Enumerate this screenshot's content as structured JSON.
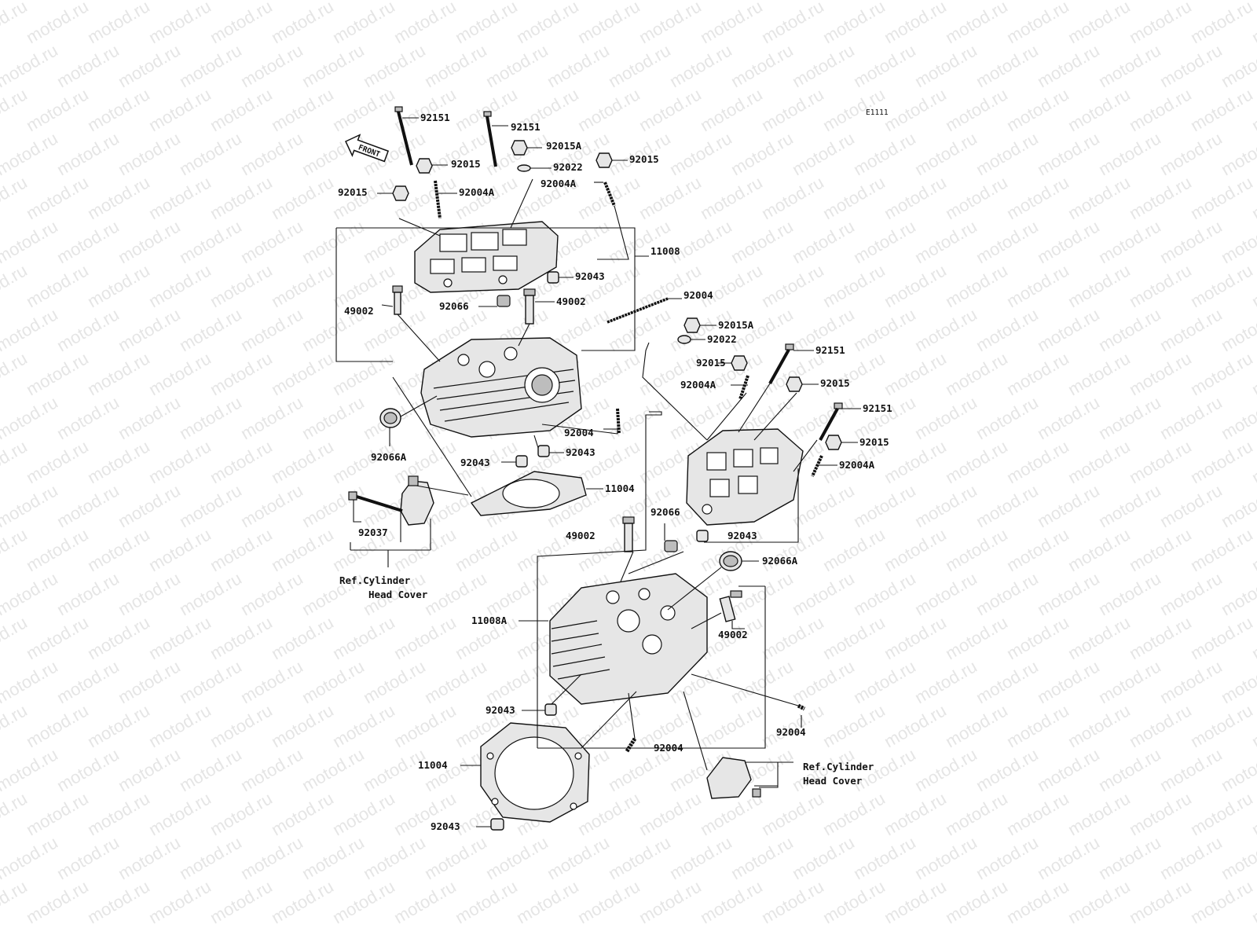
{
  "watermark": "motod.ru",
  "diagram_code": "E1111",
  "front_label": "FRONT",
  "callouts": [
    {
      "id": "c1",
      "text": "92151"
    },
    {
      "id": "c2",
      "text": "92151"
    },
    {
      "id": "c3",
      "text": "92015A"
    },
    {
      "id": "c4",
      "text": "92015"
    },
    {
      "id": "c5",
      "text": "92022"
    },
    {
      "id": "c6",
      "text": "92015"
    },
    {
      "id": "c7",
      "text": "92015"
    },
    {
      "id": "c8",
      "text": "92004A"
    },
    {
      "id": "c9",
      "text": "92004A"
    },
    {
      "id": "c10",
      "text": "11008"
    },
    {
      "id": "c11",
      "text": "92043"
    },
    {
      "id": "c12",
      "text": "92004"
    },
    {
      "id": "c13",
      "text": "49002"
    },
    {
      "id": "c14",
      "text": "92066"
    },
    {
      "id": "c15",
      "text": "49002"
    },
    {
      "id": "c16",
      "text": "92015A"
    },
    {
      "id": "c17",
      "text": "92022"
    },
    {
      "id": "c18",
      "text": "92151"
    },
    {
      "id": "c19",
      "text": "92015"
    },
    {
      "id": "c20",
      "text": "92004A"
    },
    {
      "id": "c21",
      "text": "92015"
    },
    {
      "id": "c22",
      "text": "92151"
    },
    {
      "id": "c23",
      "text": "92004"
    },
    {
      "id": "c24",
      "text": "92066A"
    },
    {
      "id": "c25",
      "text": "92043"
    },
    {
      "id": "c26",
      "text": "92043"
    },
    {
      "id": "c27",
      "text": "92015"
    },
    {
      "id": "c28",
      "text": "92004A"
    },
    {
      "id": "c29",
      "text": "11004"
    },
    {
      "id": "c30",
      "text": "92037"
    },
    {
      "id": "c31",
      "text": "92066"
    },
    {
      "id": "c32",
      "text": "49002"
    },
    {
      "id": "c33",
      "text": "92043"
    },
    {
      "id": "c34",
      "text": "92066A"
    },
    {
      "id": "c35",
      "text": "11008A"
    },
    {
      "id": "c36",
      "text": "49002"
    },
    {
      "id": "c37",
      "text": "92043"
    },
    {
      "id": "c38",
      "text": "92004"
    },
    {
      "id": "c39",
      "text": "92004"
    },
    {
      "id": "c40",
      "text": "11004"
    },
    {
      "id": "c41",
      "text": "92043"
    }
  ],
  "refs": [
    {
      "id": "r1",
      "line1": "Ref.Cylinder",
      "line2": "Head Cover"
    },
    {
      "id": "r2",
      "line1": "Ref.Cylinder",
      "line2": "Head Cover"
    }
  ]
}
